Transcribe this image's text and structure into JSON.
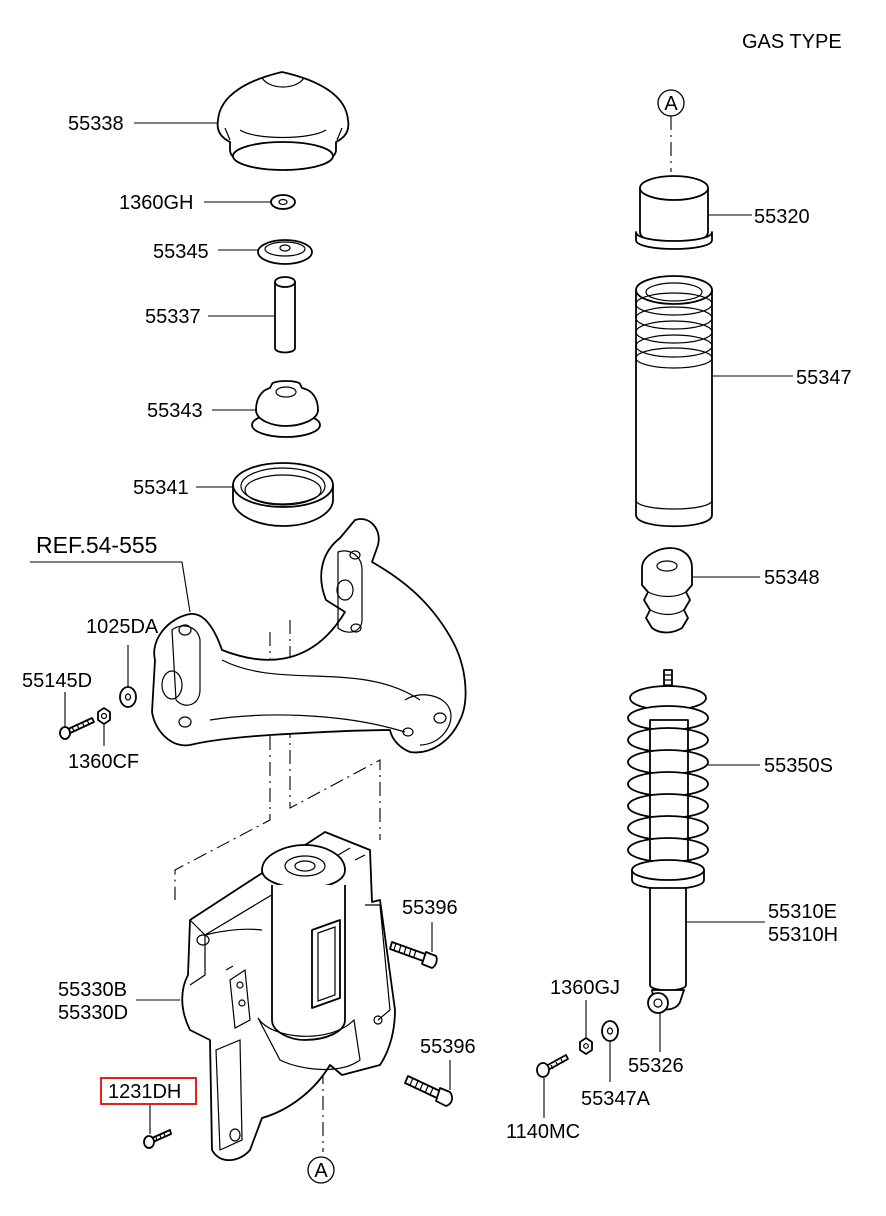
{
  "header": {
    "title": "GAS TYPE"
  },
  "markers": {
    "a_top": "A",
    "a_bottom": "A"
  },
  "labels": {
    "p55338": "55338",
    "p1360GH": "1360GH",
    "p55345": "55345",
    "p55337": "55337",
    "p55343": "55343",
    "p55341": "55341",
    "ref": "REF.54-555",
    "p1025DA": "1025DA",
    "p55145D": "55145D",
    "p1360CF": "1360CF",
    "p55396a": "55396",
    "p55330B": "55330B",
    "p55330D": "55330D",
    "p55396b": "55396",
    "p1231DH": "1231DH",
    "p55320": "55320",
    "p55347": "55347",
    "p55348": "55348",
    "p55350S": "55350S",
    "p55310E": "55310E",
    "p55310H": "55310H",
    "p1360GJ": "1360GJ",
    "p55326": "55326",
    "p55347A": "55347A",
    "p1140MC": "1140MC"
  },
  "highlight": {
    "color": "#e0211c"
  }
}
